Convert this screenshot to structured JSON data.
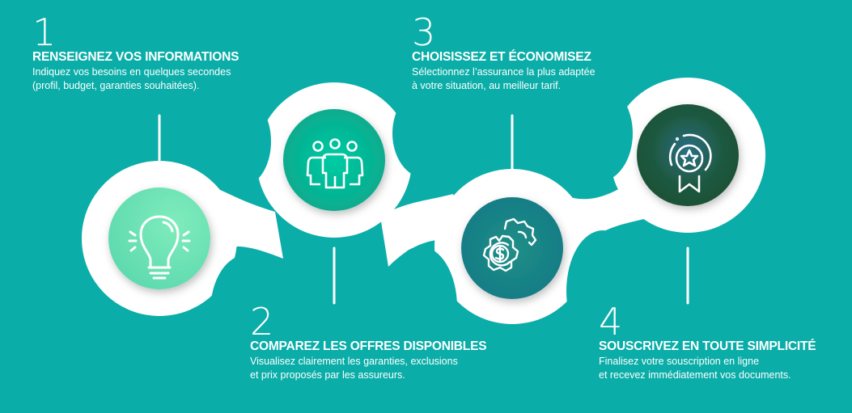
{
  "colors": {
    "background": "#0aada8",
    "ring": "#ffffff",
    "step1_fill": "#6ee3b5",
    "step2_fill": "#0fb894",
    "step3_fill": "#177f87",
    "step4_fill": "#1f5639",
    "text": "#ffffff"
  },
  "steps": [
    {
      "number": "1",
      "title": "RENSEIGNEZ VOS INFORMATIONS",
      "description": "Indiquez vos besoins en quelques secondes\n(profil, budget, garanties souhaitées).",
      "icon": "lightbulb-icon"
    },
    {
      "number": "2",
      "title": "COMPAREZ LES OFFRES DISPONIBLES",
      "description": "Visualisez clairement les garanties, exclusions\net prix proposés par les assureurs.",
      "icon": "people-group-icon"
    },
    {
      "number": "3",
      "title": "CHOISISSEZ ET ÉCONOMISEZ",
      "description": "Sélectionnez l’assurance la plus adaptée\nà votre situation, au meilleur tarif.",
      "icon": "gear-dollar-icon"
    },
    {
      "number": "4",
      "title": "SOUSCRIVEZ EN TOUTE SIMPLICITÉ",
      "description": "Finalisez votre souscription en ligne\net recevez immédiatement vos documents.",
      "icon": "award-medal-icon"
    }
  ]
}
